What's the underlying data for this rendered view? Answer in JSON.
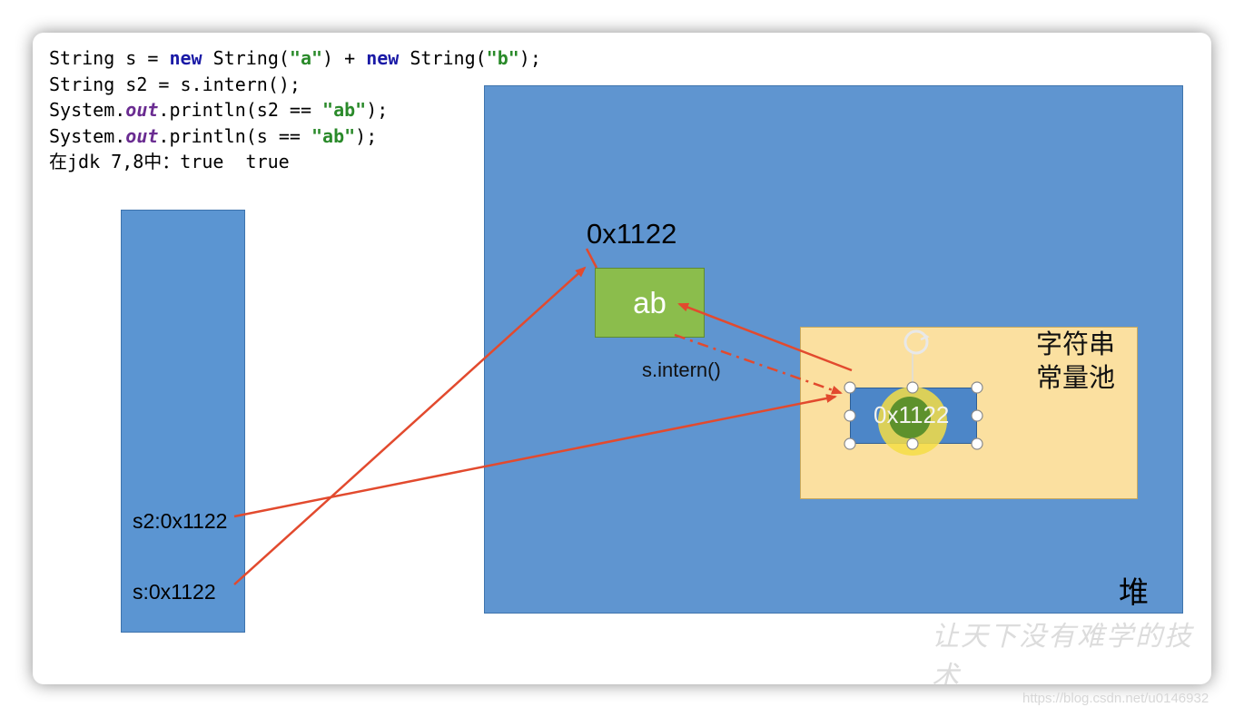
{
  "code": {
    "line1": {
      "p1": "String s = ",
      "kw1": "new",
      "p2": " String(",
      "s1": "\"a\"",
      "p3": ") + ",
      "kw2": "new",
      "p4": " String(",
      "s2": "\"b\"",
      "p5": ");"
    },
    "line2": "String s2 = s.intern();",
    "line3": {
      "p1": "System.",
      "it": "out",
      "p2": ".println(s2 == ",
      "s": "\"ab\"",
      "p3": ");"
    },
    "line4": {
      "p1": "System.",
      "it": "out",
      "p2": ".println(s == ",
      "s": "\"ab\"",
      "p3": ");"
    },
    "line5": "在jdk 7,8中：true  true"
  },
  "stack": {
    "s2_ref": "s2:0x1122",
    "s_ref": "s:0x1122"
  },
  "heap": {
    "title": "堆",
    "object_address": "0x1122",
    "object_value": "ab",
    "intern_label": "s.intern()"
  },
  "string_pool": {
    "title_line1": "字符串",
    "title_line2": "常量池",
    "entry": "0x1122"
  },
  "watermark": "让天下没有难学的技术",
  "footer_url": "https://blog.csdn.net/u0146932",
  "colors": {
    "heap_blue": "#5f95d0",
    "stack_blue": "#5b95d2",
    "object_green": "#8bbd4c",
    "pool_yellow": "#fbe0a0",
    "arrow_red": "#e24a2e"
  }
}
